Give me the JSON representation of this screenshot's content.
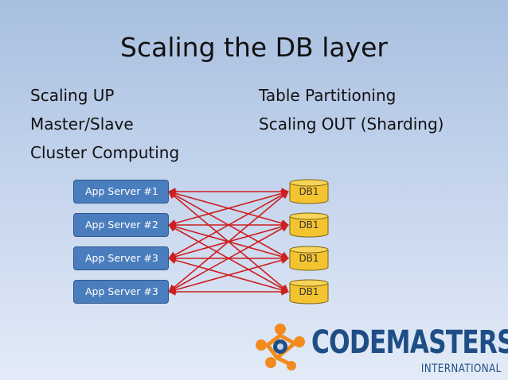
{
  "slide": {
    "title": "Scaling the DB layer",
    "left_bullets": [
      "Scaling UP",
      "Master/Slave",
      "Cluster Computing"
    ],
    "right_bullets": [
      "Table Partitioning",
      "Scaling OUT (Sharding)"
    ]
  },
  "diagram": {
    "app_servers": [
      "App Server #1",
      "App Server #2",
      "App Server #3",
      "App Server #3"
    ],
    "databases": [
      "DB1",
      "DB1",
      "DB1",
      "DB1"
    ],
    "connection_color": "#cc1f1f",
    "server_color": "#4a7dbd",
    "db_color": "#f4c430"
  },
  "logo": {
    "name": "CODEMASTERS",
    "subtitle": "INTERNATIONAL",
    "icon": "puzzle-molecule-icon",
    "colors": {
      "orange": "#f28a1e",
      "blue": "#1f4e86"
    }
  }
}
